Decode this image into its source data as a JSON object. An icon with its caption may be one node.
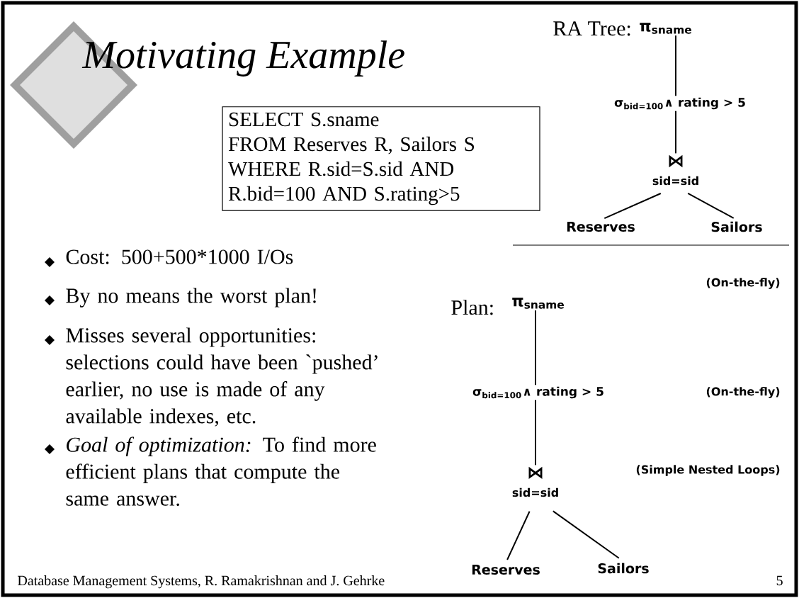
{
  "diagram": {
    "title": "Motivating Example",
    "nodes": [
      {
        "text": [
          "π$_{sname}$"
        ]
      },
      {
        "text": [
          "σ$_{bid=100}$∧ rating > 5"
        ]
      },
      {
        "text": [
          "⋈",
          "sid=sid"
        ]
      },
      {
        "text": [
          "Reserves"
        ]
      },
      {
        "text": [
          "Sailors"
        ]
      },
      {
        "text": [
          "SELECT S.sname",
          "FROM Reserves R, Sailors S",
          "WHERE R.sid=S.sid AND",
          "R.bid=100 AND S.rating>5"
        ]
      },
      {
        "text": [
          "π$_{sname}$"
        ]
      },
      {
        "text": [
          "σ$_{bid=100}$∧ rating > 5"
        ]
      },
      {
        "text": [
          "⋈",
          "sid=sid"
        ]
      },
      {
        "text": [
          "Reserves"
        ]
      },
      {
        "text": [
          "Sailors"
        ]
      }
    ],
    "edges": [
      {
        "from": 0,
        "to": 1,
        "arrow": "none"
      },
      {
        "from": 1,
        "to": 2,
        "arrow": "none"
      },
      {
        "from": 2,
        "to": 3,
        "arrow": "none"
      },
      {
        "from": 2,
        "to": 4,
        "arrow": "none"
      },
      {
        "from": 6,
        "to": 7,
        "arrow": "none"
      },
      {
        "from": 7,
        "to": 8,
        "arrow": "none"
      },
      {
        "from": 8,
        "to": 9,
        "arrow": "none"
      },
      {
        "from": 8,
        "to": 10,
        "arrow": "none"
      }
    ],
    "labels": [
      "RA Tree:",
      "Cost: 500+500*1000 I/Os",
      "(On-the-fly)",
      "By no means the worst plan!",
      "Plan:",
      "(On-the-fly)",
      "Misses several opportunities: selections could have been `pushed’ earlier, no use is made of any available indexes, etc.",
      "(Simple Nested Loops)",
      "*Goal of optimization:* To find more efficient plans that compute the same answer.",
      "Database Management Systems, R. Ramakrishnan and J. Gehrke",
      "5"
    ]
  }
}
